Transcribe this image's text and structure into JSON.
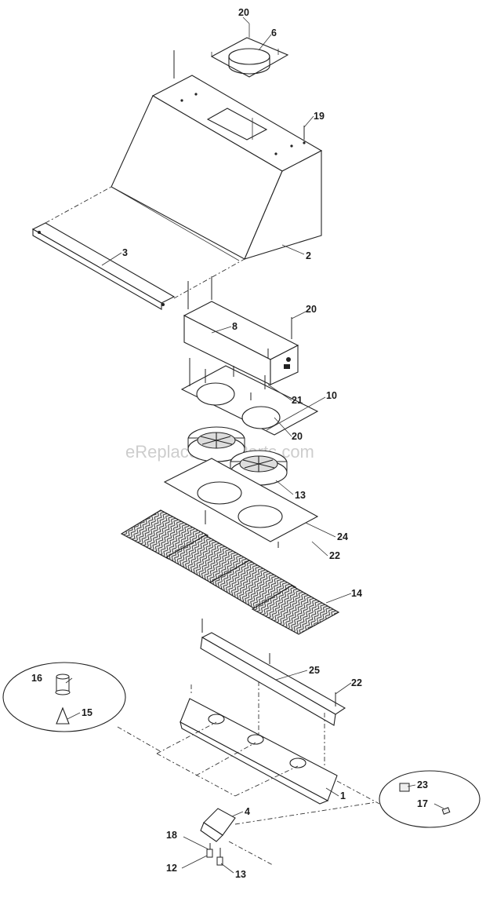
{
  "watermark": "eReplacementParts.com",
  "callouts": {
    "c20_top": "20",
    "c6": "6",
    "c19": "19",
    "c3": "3",
    "c2": "2",
    "c20_bracket": "20",
    "c8": "8",
    "c21": "21",
    "c10": "10",
    "c20_plate": "20",
    "c13_motor": "13",
    "c24": "24",
    "c22_plate": "22",
    "c14": "14",
    "c25": "25",
    "c22_trim": "22",
    "c16": "16",
    "c15": "15",
    "c1": "1",
    "c23": "23",
    "c17": "17",
    "c4": "4",
    "c18": "18",
    "c12": "12",
    "c13_bottom": "13"
  }
}
